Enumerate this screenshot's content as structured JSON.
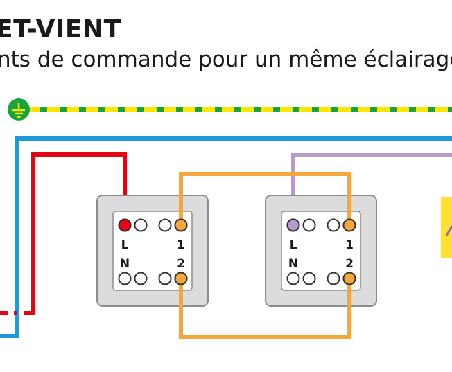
{
  "header": {
    "title": "ET-VIENT",
    "subtitle": "nts de commande pour un même éclairage"
  },
  "switches": [
    {
      "labels": {
        "L": "L",
        "N": "N",
        "one": "1",
        "two": "2"
      }
    },
    {
      "labels": {
        "L": "L",
        "N": "N",
        "one": "1",
        "two": "2"
      }
    }
  ],
  "colors": {
    "earth_green": "#1aa33c",
    "earth_yellow": "#ffe500",
    "neutral_blue": "#1e9ad6",
    "phase_red": "#e30613",
    "traveller_orange": "#f5a73d",
    "return_purple": "#b59ccc",
    "lamp_yellow": "#ffe033",
    "plate_fill": "#dcdcdc",
    "plate_stroke": "#8c8c8c"
  }
}
